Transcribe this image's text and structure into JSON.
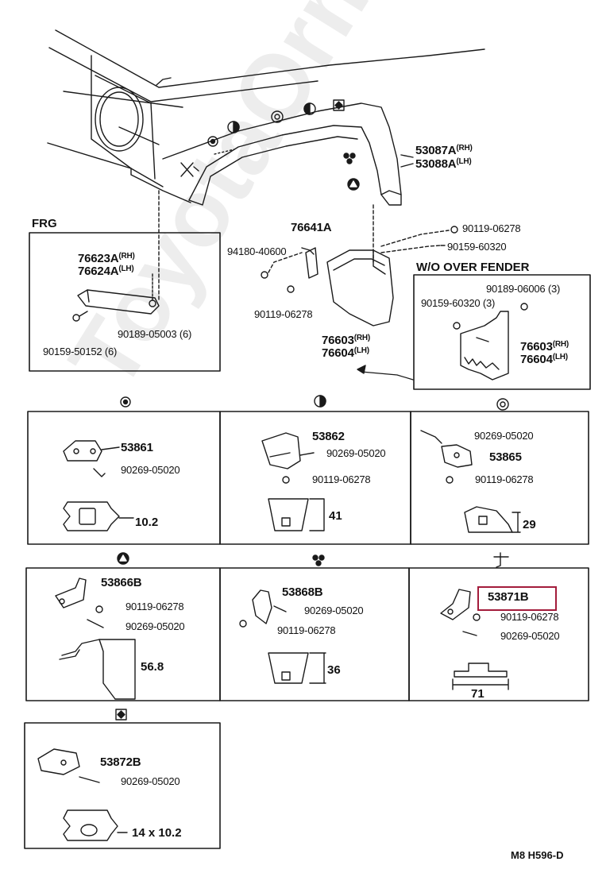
{
  "watermark": "ToyotaOrmine.ru",
  "header_labels": {
    "frg": "FRG",
    "wo_over_fender": "W/O OVER FENDER"
  },
  "parts": {
    "p53087a": "53087A",
    "p53088a": "53088A",
    "rh": "(RH)",
    "lh": "(LH)",
    "p76641a": "76641A",
    "p94180_40600": "94180-40600",
    "p90119_06278": "90119-06278",
    "p90159_60320": "90159-60320",
    "p76623a": "76623A",
    "p76624a": "76624A",
    "p90189_05003": "90189-05003",
    "qty6": "(6)",
    "p90159_50152": "90159-50152 (6)",
    "p76603": "76603",
    "p76604": "76604",
    "p90189_06006": "90189-06006 (3)",
    "p90159_60320_3": "90159-60320 (3)",
    "p53861": "53861",
    "p53862": "53862",
    "p53865": "53865",
    "p90269_05020": "90269-05020",
    "p53866b": "53866B",
    "p53868b": "53868B",
    "p53871b": "53871B",
    "p53872b": "53872B"
  },
  "dimensions": {
    "d10_2": "10.2",
    "d41": "41",
    "d29": "29",
    "d56_8": "56.8",
    "d36": "36",
    "d71": "71",
    "d14x10_2": "14 x 10.2"
  },
  "footer": {
    "code": "M8  H596-D"
  },
  "colors": {
    "line": "#1a1a1a",
    "highlight": "#a31c3b",
    "background": "#ffffff"
  },
  "highlighted_part": "53871B"
}
